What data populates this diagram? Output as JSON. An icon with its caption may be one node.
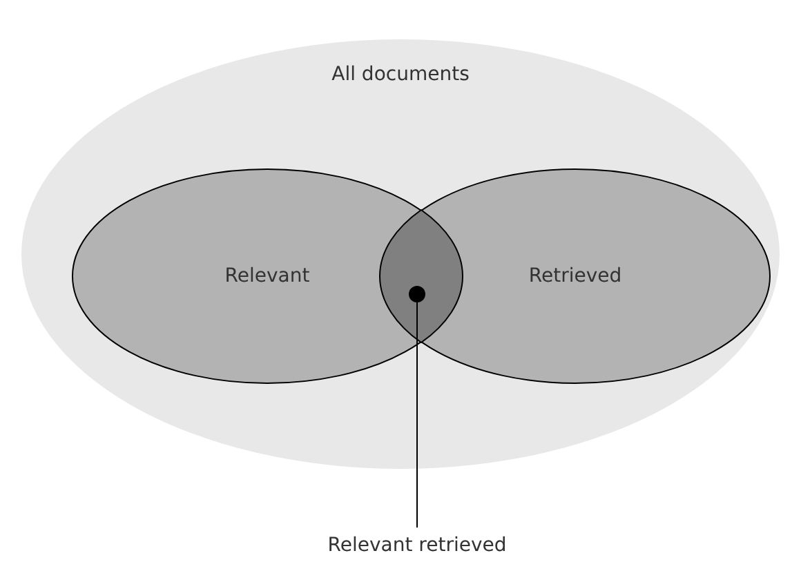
{
  "diagram": {
    "nodes": [
      {
        "text": [
          "All documents"
        ]
      },
      {
        "text": [
          "Relevant"
        ],
        "in": 0
      },
      {
        "text": [
          "Retrieved"
        ],
        "in": 0
      },
      {
        "text": [],
        "shape": "circle"
      },
      {
        "text": [
          "Relevant retrieved"
        ]
      }
    ],
    "edges": [
      {
        "from": 4,
        "to": 3,
        "arrow": "none"
      }
    ]
  }
}
